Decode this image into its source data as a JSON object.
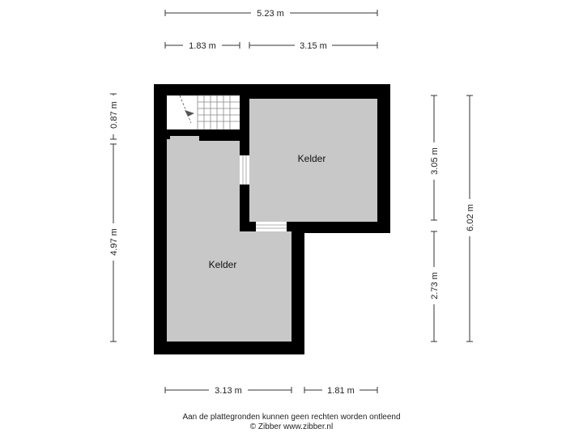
{
  "dimensions": {
    "top_total": "5.23 m",
    "top_left": "1.83 m",
    "top_right": "3.15 m",
    "left_upper": "0.87 m",
    "left_lower": "4.97 m",
    "right_upper": "3.05 m",
    "right_lower": "2.73 m",
    "right_total": "6.02 m",
    "bottom_left": "3.13 m",
    "bottom_right": "1.81 m"
  },
  "rooms": {
    "upper_right": "Kelder",
    "lower_left": "Kelder"
  },
  "footer": {
    "disclaimer": "Aan de plattegronden kunnen geen rechten worden ontleend",
    "copyright": "© Zibber www.zibber.nl"
  },
  "colors": {
    "wall": "#000000",
    "floor": "#c8c8c8",
    "background": "#ffffff"
  }
}
